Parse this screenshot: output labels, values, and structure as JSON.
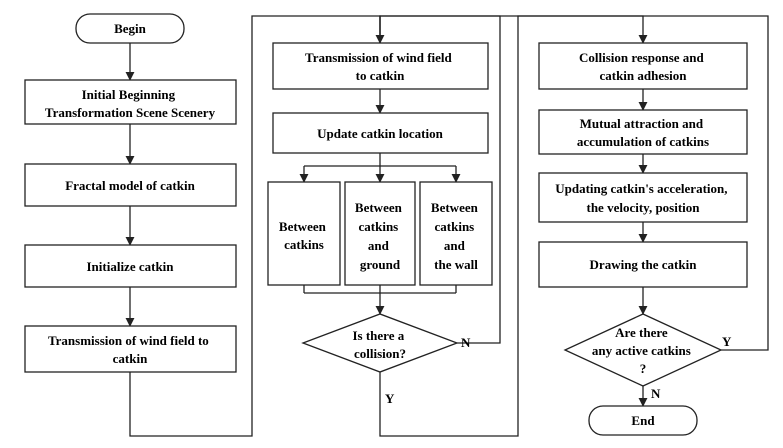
{
  "nodes": {
    "begin": [
      "Begin"
    ],
    "initial": [
      "Initial Beginning",
      "Transformation Scene Scenery"
    ],
    "fractal": [
      "Fractal model of catkin"
    ],
    "init_catkin": [
      "Initialize catkin"
    ],
    "wind_left": [
      "Transmission of wind field to",
      "catkin"
    ],
    "wind_mid": [
      "Transmission of wind field",
      "to catkin"
    ],
    "update_loc": [
      "Update catkin location"
    ],
    "between_catkins": [
      "Between",
      "catkins"
    ],
    "between_ground": [
      "Between",
      "catkins",
      "and",
      "ground"
    ],
    "between_wall": [
      "Between",
      "catkins",
      "and",
      "the wall"
    ],
    "collision_q": [
      "Is there a",
      "collision?"
    ],
    "collision_resp": [
      "Collision response and",
      "catkin adhesion"
    ],
    "mutual": [
      "Mutual attraction and",
      "accumulation of catkins"
    ],
    "updating": [
      "Updating catkin's acceleration,",
      "the velocity, position"
    ],
    "drawing": [
      "Drawing the catkin"
    ],
    "active_q": [
      "Are there",
      "any active catkins",
      "?"
    ],
    "end": [
      "End"
    ]
  },
  "edge_labels": {
    "collision_no": "N",
    "collision_yes": "Y",
    "active_yes": "Y",
    "active_no": "N"
  },
  "colors": {
    "stroke": "#222222",
    "fill": "#ffffff",
    "text": "#000000"
  }
}
